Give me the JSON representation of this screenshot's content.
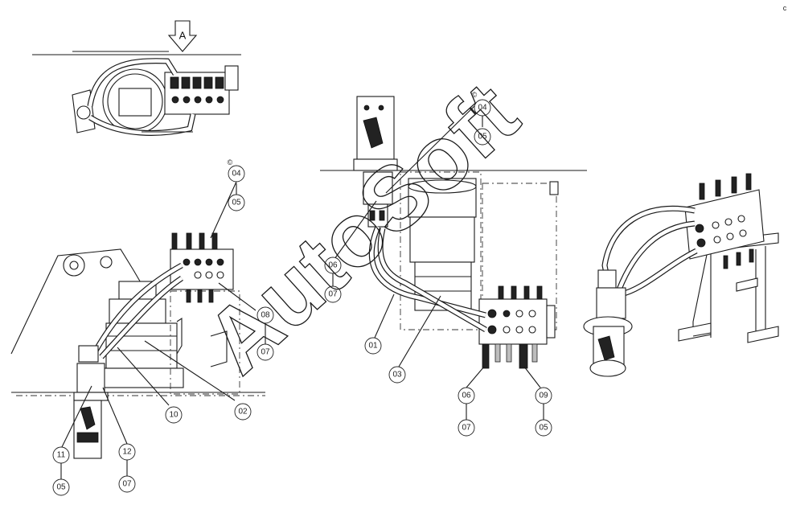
{
  "watermark": "AutoSoft",
  "view_marker": "A",
  "corner_mark": "c",
  "callouts": {
    "c_04": "04",
    "c_05a": "05",
    "c_08": "08",
    "c_07a": "07",
    "c_10": "10",
    "c_02": "02",
    "c_11": "11",
    "c_05b": "05",
    "c_12": "12",
    "c_07b": "07",
    "m_04": "04",
    "m_05a": "05",
    "m_06a": "06",
    "m_07a": "07",
    "m_01": "01",
    "m_03": "03",
    "m_06b": "06",
    "m_07b": "07",
    "m_09": "09",
    "m_05b": "05"
  },
  "colors": {
    "line": "#1a1a1a",
    "background": "#ffffff"
  }
}
